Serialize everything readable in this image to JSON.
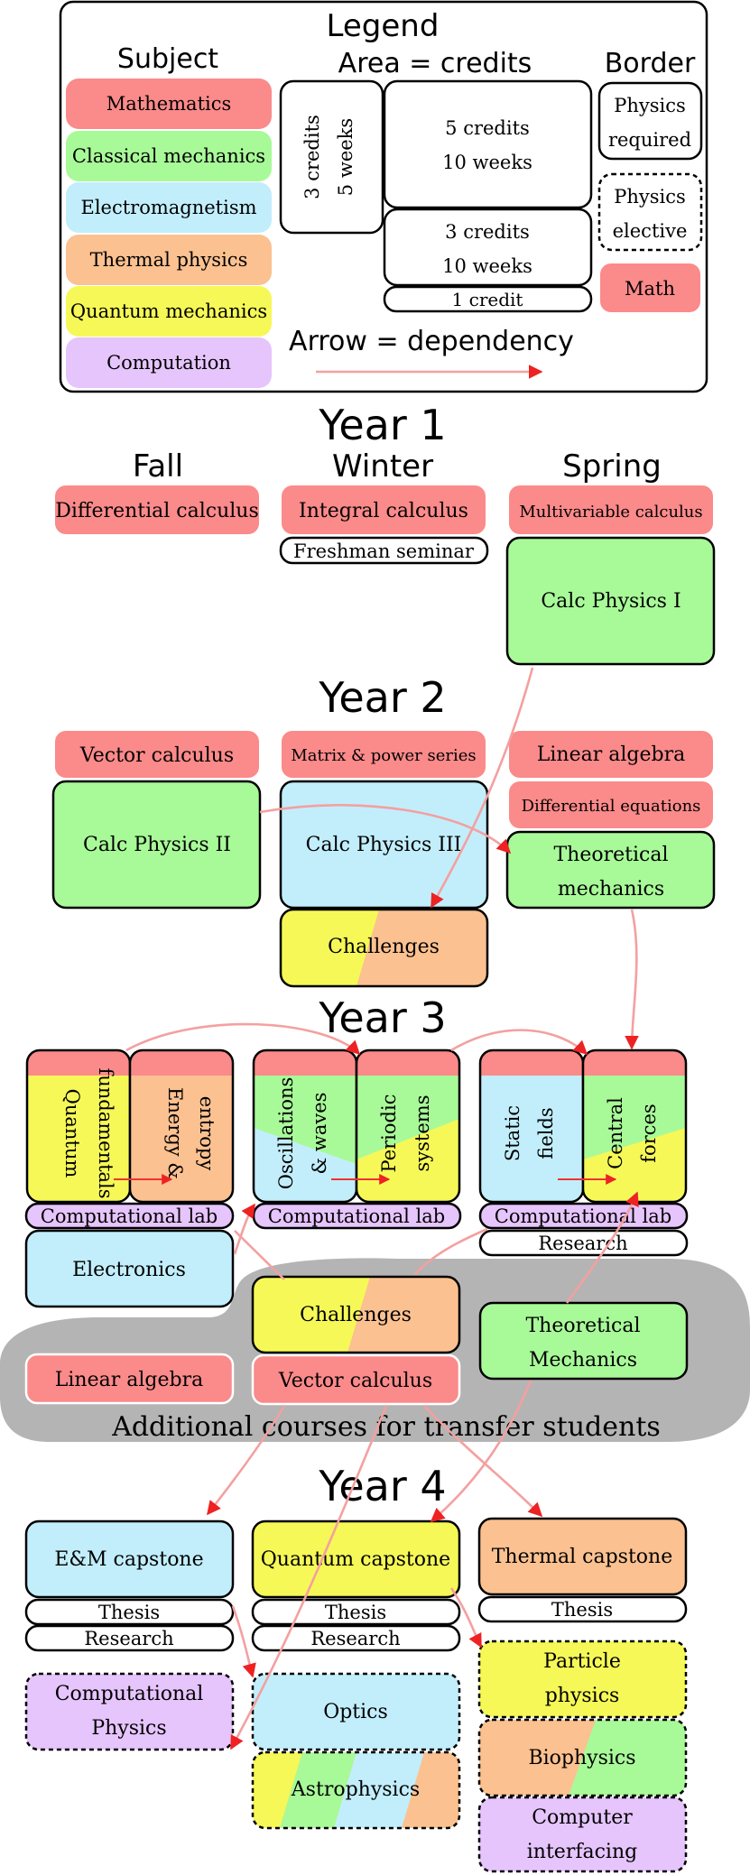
{
  "colors": {
    "mathematics": "#fb8a8a",
    "classical_mechanics": "#a8fa98",
    "electromagnetism": "#c2eefc",
    "thermal_physics": "#fbc190",
    "quantum_mechanics": "#f6f857",
    "computation": "#e6c4fc",
    "transfer_blob": "#b4b4b4",
    "arrow": "#f4a0a0",
    "arrow_head": "#ee2222"
  },
  "legend": {
    "title": "Legend",
    "subject_heading": "Subject",
    "subjects": [
      "Mathematics",
      "Classical mechanics",
      "Electromagnetism",
      "Thermal physics",
      "Quantum mechanics",
      "Computation"
    ],
    "area_heading": "Area = credits",
    "area_3_5": [
      "3 credits",
      "5 weeks"
    ],
    "area_5_10": [
      "5 credits",
      "10 weeks"
    ],
    "area_3_10": [
      "3 credits",
      "10 weeks"
    ],
    "area_1": "1 credit",
    "border_heading": "Border",
    "border_required": [
      "Physics",
      "required"
    ],
    "border_elective": [
      "Physics",
      "elective"
    ],
    "border_math": "Math",
    "arrow_label": "Arrow = dependency"
  },
  "year1": {
    "title": "Year 1",
    "fall": "Fall",
    "winter": "Winter",
    "spring": "Spring",
    "differential_calculus": "Differential calculus",
    "integral_calculus": "Integral calculus",
    "freshman_seminar": "Freshman seminar",
    "multivariable_calculus": "Multivariable calculus",
    "calc_physics_1": "Calc Physics I"
  },
  "year2": {
    "title": "Year 2",
    "vector_calculus": "Vector calculus",
    "matrix_power_series": "Matrix & power series",
    "linear_algebra": "Linear algebra",
    "differential_equations": "Differential equations",
    "calc_physics_2": "Calc Physics II",
    "calc_physics_3": "Calc Physics III",
    "theoretical_mechanics": [
      "Theoretical",
      "mechanics"
    ],
    "challenges": "Challenges"
  },
  "year3": {
    "title": "Year 3",
    "quantum_fundamentals": [
      "Quantum",
      "fundamentals"
    ],
    "energy_entropy": [
      "Energy &",
      "entropy"
    ],
    "oscillations_waves": [
      "Oscillations",
      "& waves"
    ],
    "periodic_systems": [
      "Periodic",
      "systems"
    ],
    "static_fields": [
      "Static",
      "fields"
    ],
    "central_forces": [
      "Central",
      "forces"
    ],
    "computational_lab": "Computational lab",
    "research": "Research",
    "electronics": "Electronics"
  },
  "transfer": {
    "label": "Additional courses for transfer students",
    "challenges": "Challenges",
    "theoretical_mechanics": [
      "Theoretical",
      "Mechanics"
    ],
    "linear_algebra": "Linear algebra",
    "vector_calculus": "Vector calculus"
  },
  "year4": {
    "title": "Year 4",
    "em_capstone": "E&M capstone",
    "quantum_capstone": "Quantum capstone",
    "thermal_capstone": "Thermal capstone",
    "thesis": "Thesis",
    "research": "Research",
    "computational_physics": [
      "Computational",
      "Physics"
    ],
    "optics": "Optics",
    "astrophysics": "Astrophysics",
    "particle_physics": [
      "Particle",
      "physics"
    ],
    "biophysics": "Biophysics",
    "computer_interfacing": [
      "Computer",
      "interfacing"
    ]
  }
}
